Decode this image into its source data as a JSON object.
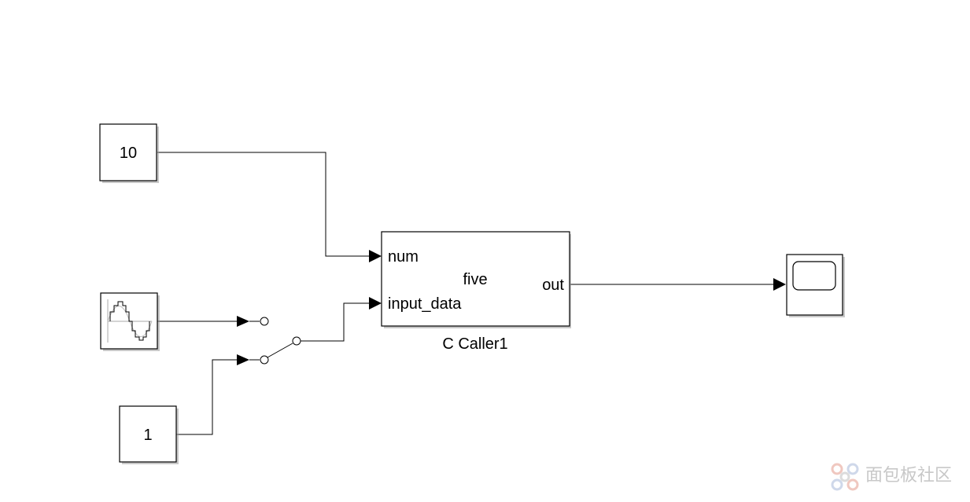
{
  "blocks": {
    "constant_10": {
      "value": "10"
    },
    "signal_source": {
      "icon": "repeating-sequence-stair-icon"
    },
    "constant_1": {
      "value": "1"
    },
    "manual_switch": {
      "icon": "manual-switch-icon"
    },
    "c_caller": {
      "name": "C Caller1",
      "function": "five",
      "input_ports": [
        "num",
        "input_data"
      ],
      "output_ports": [
        "out"
      ]
    },
    "scope": {
      "icon": "scope-screen-icon"
    }
  },
  "watermark": {
    "text": "面包板社区",
    "icon": "chain-logo-icon"
  }
}
